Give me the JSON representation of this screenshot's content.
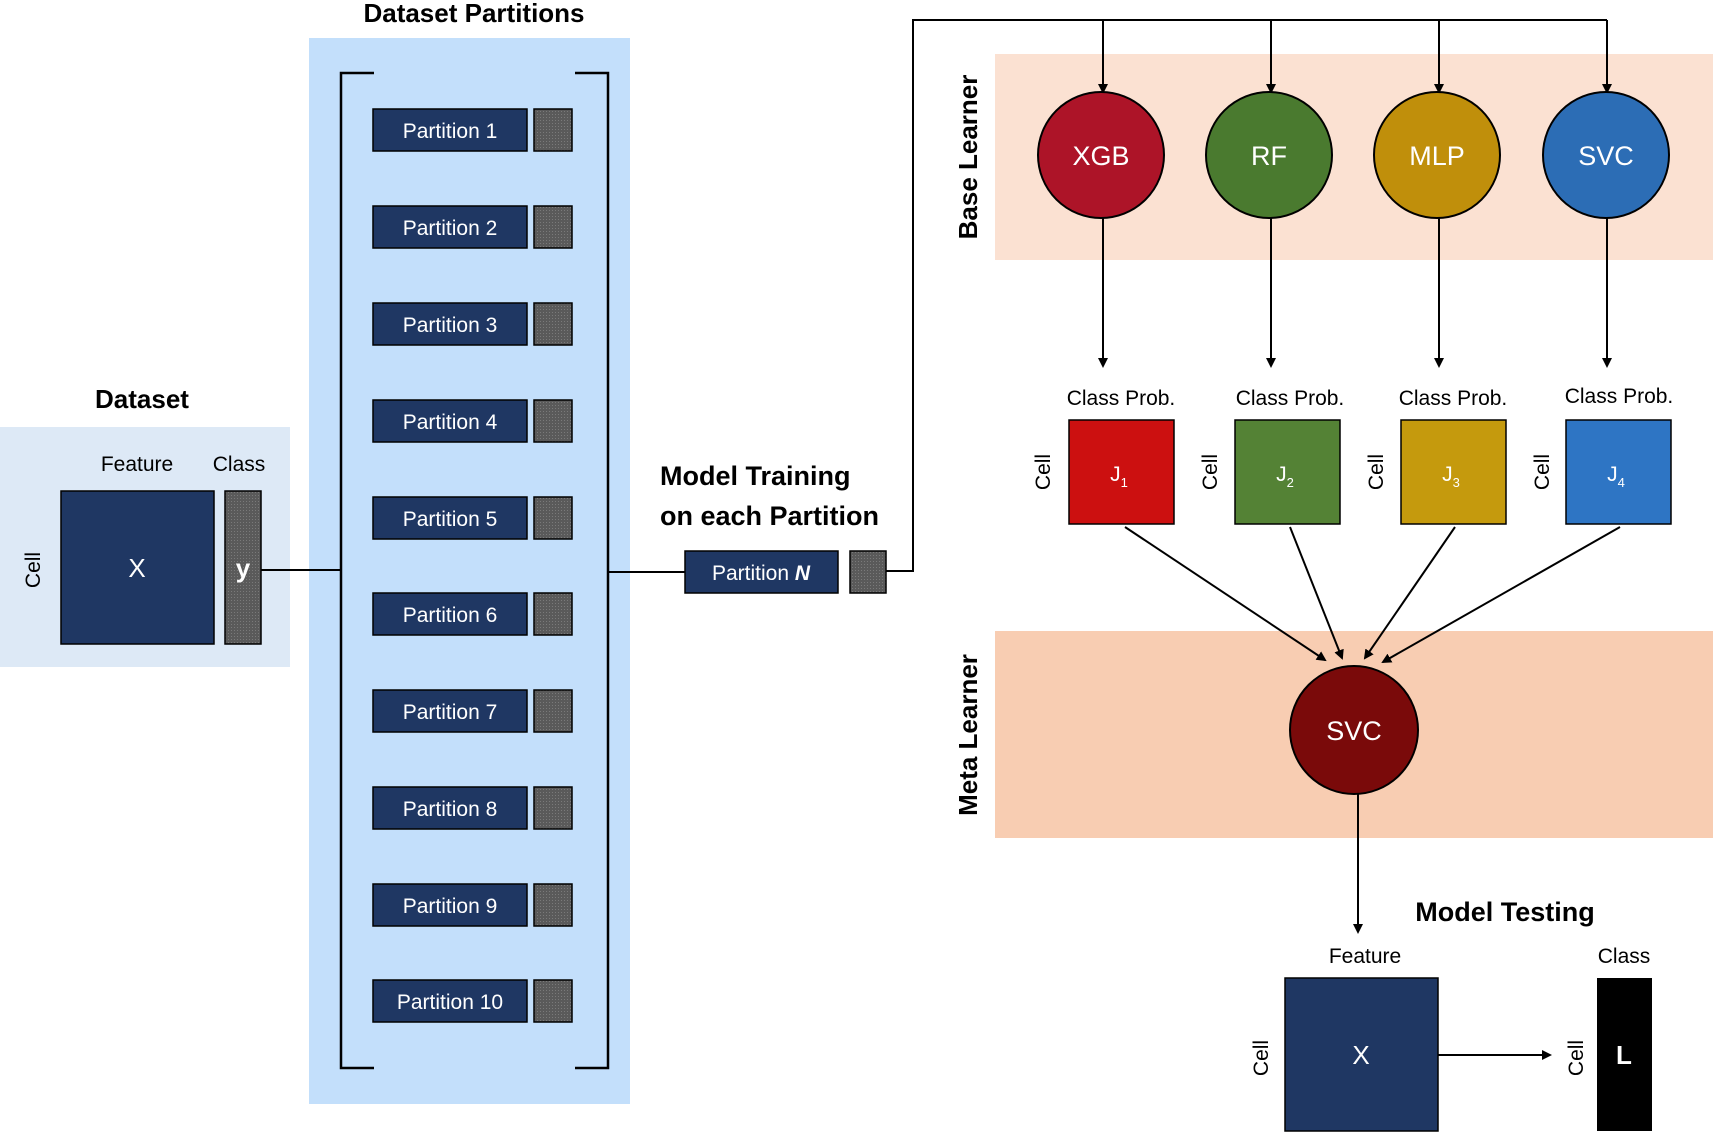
{
  "dataset": {
    "title": "Dataset",
    "feature_label": "Feature",
    "class_label": "Class",
    "cell_label": "Cell",
    "x_label": "X",
    "y_label": "y"
  },
  "partitions": {
    "title": "Dataset Partitions",
    "items": [
      "Partition 1",
      "Partition 2",
      "Partition 3",
      "Partition 4",
      "Partition 5",
      "Partition 6",
      "Partition 7",
      "Partition 8",
      "Partition 9",
      "Partition 10"
    ]
  },
  "training": {
    "title_line1": "Model Training",
    "title_line2": "on each Partition",
    "partition_prefix": "Partition ",
    "partition_var": "N"
  },
  "base_learner": {
    "label": "Base Learner",
    "models": [
      {
        "name": "XGB",
        "color": "#ad1428"
      },
      {
        "name": "RF",
        "color": "#4a7a2f"
      },
      {
        "name": "MLP",
        "color": "#c08f0b"
      },
      {
        "name": "SVC",
        "color": "#2c6db5"
      }
    ]
  },
  "class_prob": {
    "label": "Class Prob.",
    "cell_label": "Cell",
    "items": [
      {
        "base": "J",
        "sub": "1",
        "color": "#cc1010"
      },
      {
        "base": "J",
        "sub": "2",
        "color": "#548235"
      },
      {
        "base": "J",
        "sub": "3",
        "color": "#c59a0d"
      },
      {
        "base": "J",
        "sub": "4",
        "color": "#2e75c4"
      }
    ]
  },
  "meta_learner": {
    "label": "Meta Learner",
    "model": "SVC",
    "color": "#7a0a0a"
  },
  "testing": {
    "title": "Model Testing",
    "feature_label": "Feature",
    "class_label": "Class",
    "cell_label": "Cell",
    "x_label": "X",
    "l_label": "L"
  },
  "colors": {
    "navy": "#1f3763",
    "gray_swatch": "#555555",
    "dataset_bg": "#dde9f6",
    "partition_bg": "#c3dffb",
    "base_band": "#fbe1d2",
    "meta_band": "#f8cdb2"
  }
}
